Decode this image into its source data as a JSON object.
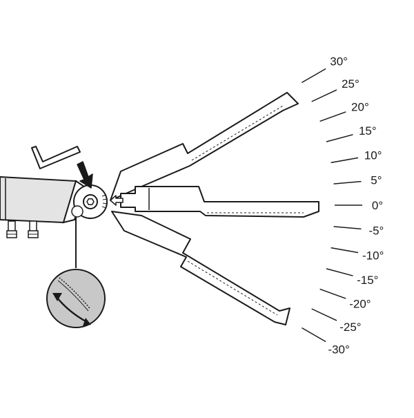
{
  "diagram": {
    "angle_labels": [
      "30°",
      "25°",
      "20°",
      "15°",
      "10°",
      "5°",
      "0°",
      "-5°",
      "-10°",
      "-15°",
      "-20°",
      "-25°",
      "-30°"
    ],
    "angles_deg": [
      30,
      25,
      20,
      15,
      10,
      5,
      0,
      -5,
      -10,
      -15,
      -20,
      -25,
      -30
    ],
    "colors": {
      "stroke": "#1a1a1a",
      "fill": "#ffffff",
      "detail_circle": "#c8c8c8",
      "base_fill": "#e4e4e4"
    },
    "icons": [
      "hex-key-icon",
      "pointer-arrow-icon",
      "rotate-double-arrow-icon"
    ]
  }
}
